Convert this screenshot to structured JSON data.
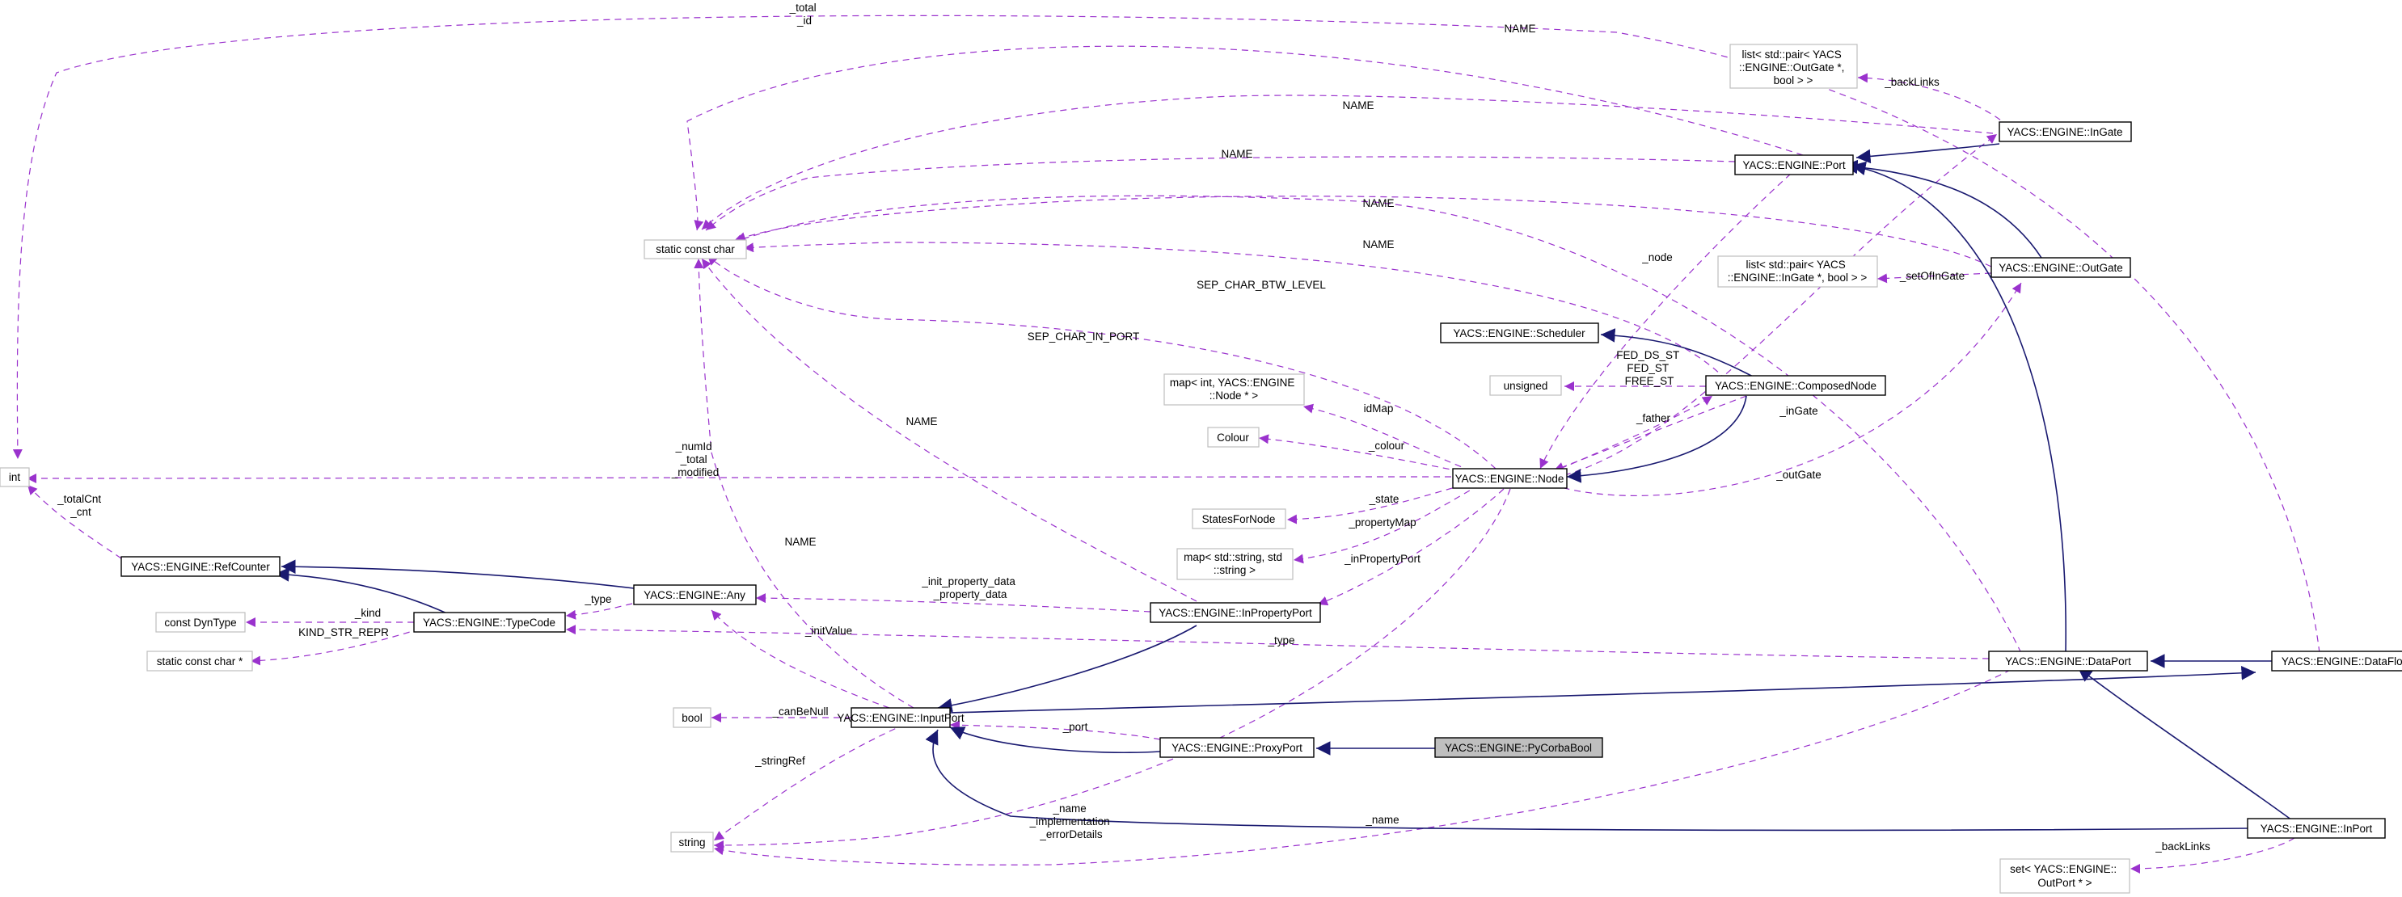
{
  "nodes": {
    "int": "int",
    "static_const_char": "static const char",
    "list_outgate": [
      "list< std::pair< YACS",
      "::ENGINE::OutGate *,",
      "bool > >"
    ],
    "ingate": "YACS::ENGINE::InGate",
    "port": "YACS::ENGINE::Port",
    "list_ingate": [
      "list< std::pair< YACS",
      "::ENGINE::InGate *, bool > >"
    ],
    "outgate": "YACS::ENGINE::OutGate",
    "scheduler": "YACS::ENGINE::Scheduler",
    "unsigned": "unsigned",
    "composednode": "YACS::ENGINE::ComposedNode",
    "map_node": [
      "map< int, YACS::ENGINE",
      "::Node * >"
    ],
    "colour": "Colour",
    "node": "YACS::ENGINE::Node",
    "statesfornode": "StatesForNode",
    "map_string": [
      "map< std::string, std",
      "::string >"
    ],
    "refcounter": "YACS::ENGINE::RefCounter",
    "any": "YACS::ENGINE::Any",
    "const_dyntype": "const DynType",
    "typecode": "YACS::ENGINE::TypeCode",
    "static_const_char_ptr": "static const char *",
    "inpropertyport": "YACS::ENGINE::InPropertyPort",
    "dataport": "YACS::ENGINE::DataPort",
    "dataflowport": "YACS::ENGINE::DataFlowPort",
    "bool": "bool",
    "inputport": "YACS::ENGINE::InputPort",
    "proxyport": "YACS::ENGINE::ProxyPort",
    "pycorbabool": "YACS::ENGINE::PyCorbaBool",
    "string": "string",
    "inport": "YACS::ENGINE::InPort",
    "set_outport": [
      "set< YACS::ENGINE::",
      "OutPort * >"
    ]
  },
  "edge_labels": {
    "total_id": [
      "_total",
      "_id"
    ],
    "name_top": "NAME",
    "backlinks_top": "_backLinks",
    "name_ingate": "NAME",
    "name_port": "NAME",
    "name_outgate": "NAME",
    "name_composed": "NAME",
    "node_ref": "_node",
    "setofingate": "_setOfInGate",
    "sep_level": "SEP_CHAR_BTW_LEVEL",
    "sep_inport": "SEP_CHAR_IN_PORT",
    "fed": [
      "FED_DS_ST",
      "FED_ST",
      "FREE_ST"
    ],
    "idmap": "idMap",
    "father": "_father",
    "ingate_ref": "_inGate",
    "colour_ref": "_colour",
    "numid": [
      "_numId",
      "_total",
      "_modified"
    ],
    "outgate_ref": "_outGate",
    "totalcnt": [
      "_totalCnt",
      "_cnt"
    ],
    "state_ref": "_state",
    "name_inprop": "NAME",
    "propertymap": "_propertyMap",
    "name_input": "NAME",
    "inpropertyport_ref": "_inPropertyPort",
    "type_any": "_type",
    "init_prop": [
      "_init_property_data",
      "_property_data"
    ],
    "kind": "_kind",
    "kind_str": "KIND_STR_REPR",
    "initvalue": "_initValue",
    "type_data": "_type",
    "canbenull": "_canBeNull",
    "port_ref": "_port",
    "stringref": "_stringRef",
    "name_impl": [
      "_name",
      "_implementation",
      "_errorDetails"
    ],
    "name_inport": "_name",
    "backlinks_inport": "_backLinks"
  }
}
